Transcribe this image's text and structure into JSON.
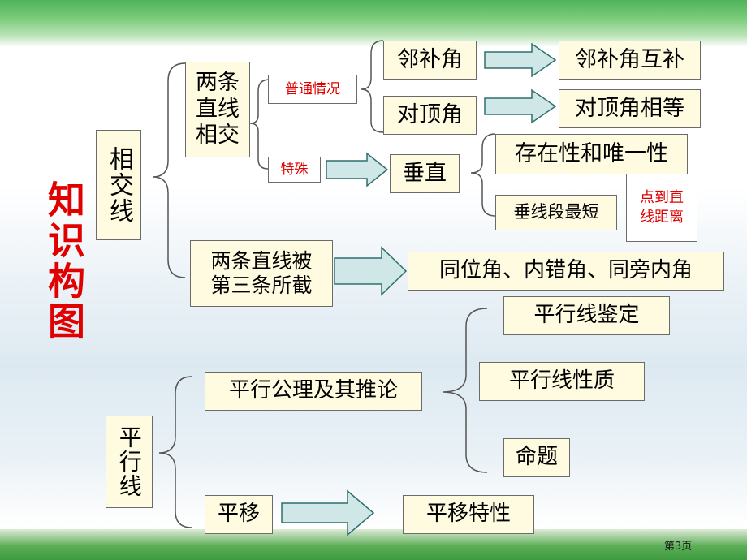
{
  "title": "知识构图",
  "page_number": "第3页",
  "nodes": {
    "xiangjiaoxian": "相交线",
    "liangtiao_xiangjiao": "两条\n直线\n相交",
    "putong": "普通情况",
    "teshu": "特殊",
    "linbujiao": "邻补角",
    "linbujiao_hubu": "邻补角互补",
    "duidingjiao": "对顶角",
    "duidingjiao_xiangdeng": "对顶角相等",
    "chuizhi": "垂直",
    "cunzaixing": "存在性和唯一性",
    "chuixianduan": "垂线段最短",
    "diandao": "点到直\n线距离",
    "bei_disan": "两条直线被\n第三条所截",
    "tongweijiao": "同位角、内错角、同旁内角",
    "pingxingxian": "平行线",
    "gongli": "平行公理及其推论",
    "jianding": "平行线鉴定",
    "xingzhi": "平行线性质",
    "mingti": "命题",
    "pingyi": "平移",
    "pingyi_texing": "平移特性"
  },
  "colors": {
    "red_text": "#e00000",
    "box_fill": "#fffbe0",
    "arrow_fill": "#cfe7e7",
    "arrow_stroke": "#2f6f6f",
    "brace": "#555555",
    "green_band": "#4fb35a"
  }
}
